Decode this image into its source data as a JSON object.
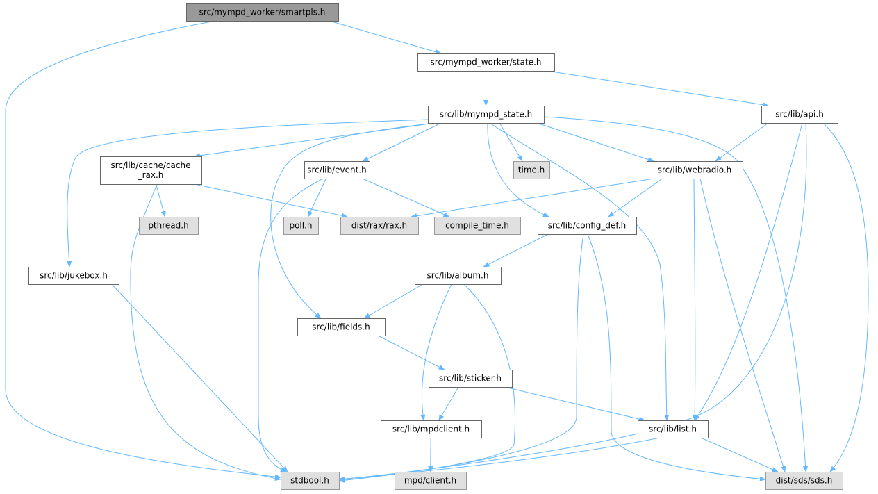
{
  "graph": {
    "title": "src/mympd_worker/smartpls.h",
    "edge_color": "#63b8ff",
    "nodes": {
      "smartpls": {
        "label": [
          "src/mympd_worker/smartpls.h"
        ],
        "kind": "root"
      },
      "state": {
        "label": [
          "src/mympd_worker/state.h"
        ],
        "kind": "plain"
      },
      "mympd_state": {
        "label": [
          "src/lib/mympd_state.h"
        ],
        "kind": "plain"
      },
      "api": {
        "label": [
          "src/lib/api.h"
        ],
        "kind": "plain"
      },
      "cache_rax": {
        "label": [
          "src/lib/cache/cache",
          "_rax.h"
        ],
        "kind": "plain"
      },
      "event": {
        "label": [
          "src/lib/event.h"
        ],
        "kind": "plain"
      },
      "time": {
        "label": [
          "time.h"
        ],
        "kind": "ext"
      },
      "webradio": {
        "label": [
          "src/lib/webradio.h"
        ],
        "kind": "plain"
      },
      "pthread": {
        "label": [
          "pthread.h"
        ],
        "kind": "ext"
      },
      "poll": {
        "label": [
          "poll.h"
        ],
        "kind": "ext"
      },
      "rax": {
        "label": [
          "dist/rax/rax.h"
        ],
        "kind": "ext"
      },
      "compile_time": {
        "label": [
          "compile_time.h"
        ],
        "kind": "ext"
      },
      "config_def": {
        "label": [
          "src/lib/config_def.h"
        ],
        "kind": "plain"
      },
      "jukebox": {
        "label": [
          "src/lib/jukebox.h"
        ],
        "kind": "plain"
      },
      "album": {
        "label": [
          "src/lib/album.h"
        ],
        "kind": "plain"
      },
      "fields": {
        "label": [
          "src/lib/fields.h"
        ],
        "kind": "plain"
      },
      "sticker": {
        "label": [
          "src/lib/sticker.h"
        ],
        "kind": "plain"
      },
      "mpdclient": {
        "label": [
          "src/lib/mpdclient.h"
        ],
        "kind": "plain"
      },
      "list": {
        "label": [
          "src/lib/list.h"
        ],
        "kind": "plain"
      },
      "stdbool": {
        "label": [
          "stdbool.h"
        ],
        "kind": "ext"
      },
      "mpd_client": {
        "label": [
          "mpd/client.h"
        ],
        "kind": "ext"
      },
      "sds": {
        "label": [
          "dist/sds/sds.h"
        ],
        "kind": "ext"
      }
    },
    "edges": [
      [
        "smartpls",
        "state"
      ],
      [
        "smartpls",
        "stdbool"
      ],
      [
        "state",
        "mympd_state"
      ],
      [
        "state",
        "api"
      ],
      [
        "mympd_state",
        "cache_rax"
      ],
      [
        "mympd_state",
        "event"
      ],
      [
        "mympd_state",
        "time"
      ],
      [
        "mympd_state",
        "webradio"
      ],
      [
        "mympd_state",
        "config_def"
      ],
      [
        "mympd_state",
        "list"
      ],
      [
        "mympd_state",
        "sds"
      ],
      [
        "mympd_state",
        "fields"
      ],
      [
        "mympd_state",
        "jukebox"
      ],
      [
        "api",
        "webradio"
      ],
      [
        "api",
        "list"
      ],
      [
        "api",
        "stdbool"
      ],
      [
        "api",
        "sds"
      ],
      [
        "cache_rax",
        "pthread"
      ],
      [
        "cache_rax",
        "rax"
      ],
      [
        "cache_rax",
        "stdbool"
      ],
      [
        "event",
        "poll"
      ],
      [
        "event",
        "compile_time"
      ],
      [
        "event",
        "stdbool"
      ],
      [
        "webradio",
        "rax"
      ],
      [
        "webradio",
        "config_def"
      ],
      [
        "webradio",
        "list"
      ],
      [
        "webradio",
        "sds"
      ],
      [
        "config_def",
        "album"
      ],
      [
        "config_def",
        "stdbool"
      ],
      [
        "config_def",
        "sds"
      ],
      [
        "jukebox",
        "stdbool"
      ],
      [
        "album",
        "fields"
      ],
      [
        "album",
        "mpdclient"
      ],
      [
        "album",
        "stdbool"
      ],
      [
        "fields",
        "sticker"
      ],
      [
        "sticker",
        "mpdclient"
      ],
      [
        "sticker",
        "list"
      ],
      [
        "mpdclient",
        "mpd_client"
      ],
      [
        "list",
        "stdbool"
      ],
      [
        "list",
        "sds"
      ]
    ]
  }
}
